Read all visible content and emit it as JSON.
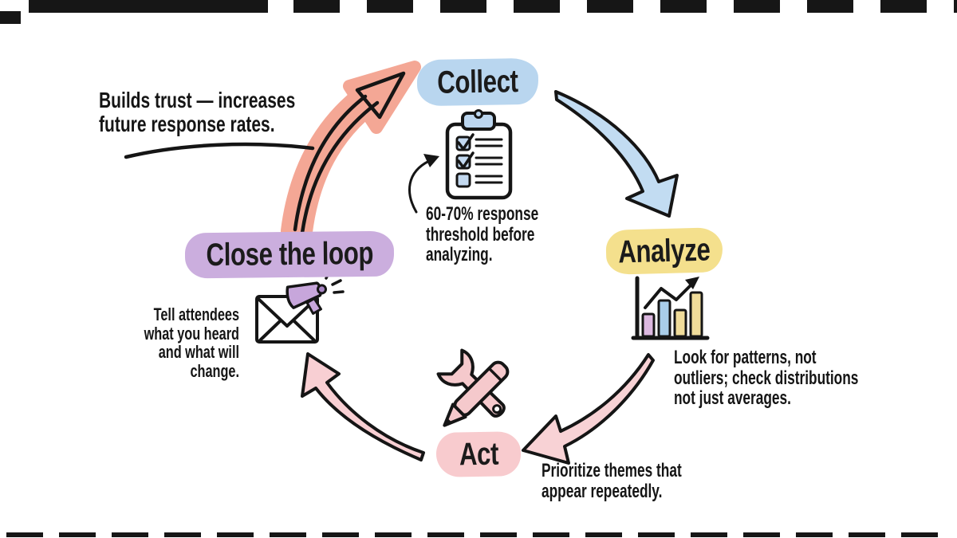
{
  "nodes": {
    "collect": {
      "label": "Collect",
      "highlight": "#B9D6EF"
    },
    "analyze": {
      "label": "Analyze",
      "highlight": "#F4E08D"
    },
    "act": {
      "label": "Act",
      "highlight": "#F8CBCE"
    },
    "close_the_loop": {
      "label": "Close the loop",
      "highlight": "#CBAEDE"
    }
  },
  "annotations": {
    "builds_trust": {
      "lines": [
        "Builds trust — increases",
        "future response rates."
      ]
    },
    "response_threshold": {
      "lines": [
        "60-70% response",
        "threshold before",
        "analyzing."
      ]
    },
    "look_for_patterns": {
      "lines": [
        "Look for patterns, not",
        "outliers; check distributions",
        "not just averages."
      ]
    },
    "prioritize_themes": {
      "lines": [
        "Prioritize themes that",
        "appear repeatedly."
      ]
    },
    "tell_attendees": {
      "lines": [
        "Tell attendees",
        "what you heard",
        "and what will",
        "change."
      ]
    }
  },
  "icons": {
    "clipboard": "checklist-clipboard",
    "bar_chart": "bar-chart-with-trend-arrow",
    "tools": "wrench-and-pencil-crossed",
    "envelope": "envelope-with-megaphone"
  },
  "arrows": {
    "close_to_collect": {
      "color": "#F4A795"
    },
    "collect_to_analyze": {
      "color": "#C2DCF2"
    },
    "analyze_to_act": {
      "color": "#F8D2D5"
    },
    "act_to_close": {
      "color": "#F8CFD3"
    },
    "threshold_pointer": {
      "color": "#151515"
    }
  },
  "palette": {
    "ink": "#151515",
    "background": "#FFFFFF",
    "bar_purple": "#DCB8E0",
    "bar_blue": "#A9CDE9",
    "bar_yellow": "#F0DC9A",
    "checkbox_blue": "#C3D9F0",
    "clip_blue": "#BCD6EF",
    "megaphone_purple": "#C7A6DB"
  }
}
